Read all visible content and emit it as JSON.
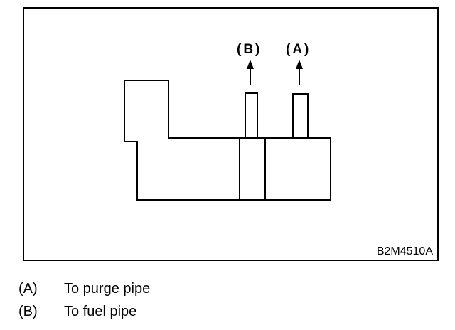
{
  "diagram": {
    "label_b": "(B)",
    "label_a": "(A)",
    "figure_code": "B2M4510A"
  },
  "legend": [
    {
      "key": "(A)",
      "text": "To purge pipe"
    },
    {
      "key": "(B)",
      "text": "To fuel pipe"
    }
  ]
}
